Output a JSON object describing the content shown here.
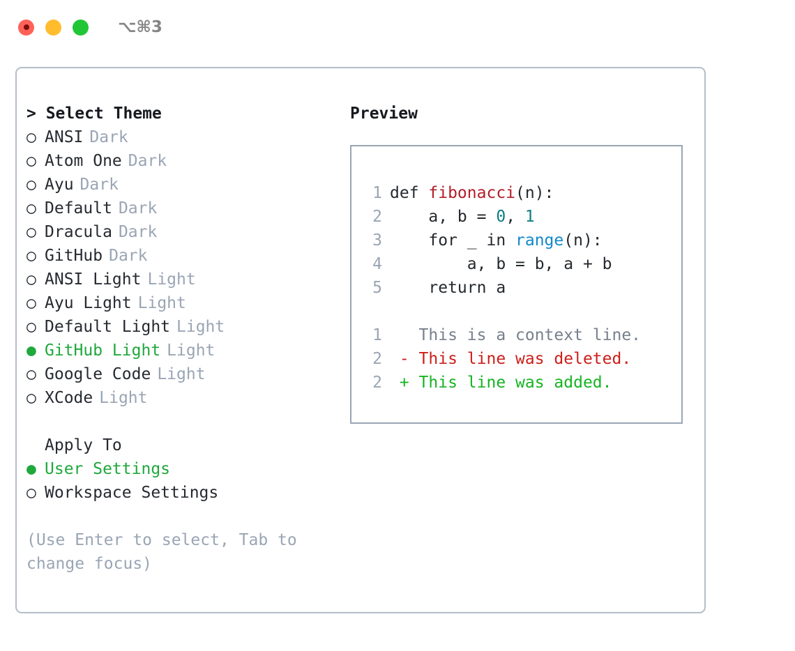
{
  "titlebar": {
    "lights": [
      {
        "name": "close-button",
        "color": "#ff6159"
      },
      {
        "name": "minimize-button",
        "color": "#ffbd2e"
      },
      {
        "name": "maximize-button",
        "color": "#21c636"
      }
    ],
    "shortcut": "⌥⌘3"
  },
  "theme_picker": {
    "header": "> Select Theme",
    "items": [
      {
        "marker": "○",
        "label": "ANSI",
        "tag": "Dark",
        "selected": false
      },
      {
        "marker": "○",
        "label": "Atom One",
        "tag": "Dark",
        "selected": false
      },
      {
        "marker": "○",
        "label": "Ayu",
        "tag": "Dark",
        "selected": false
      },
      {
        "marker": "○",
        "label": "Default",
        "tag": "Dark",
        "selected": false
      },
      {
        "marker": "○",
        "label": "Dracula",
        "tag": "Dark",
        "selected": false
      },
      {
        "marker": "○",
        "label": "GitHub",
        "tag": "Dark",
        "selected": false
      },
      {
        "marker": "○",
        "label": "ANSI Light",
        "tag": "Light",
        "selected": false
      },
      {
        "marker": "○",
        "label": "Ayu Light",
        "tag": "Light",
        "selected": false
      },
      {
        "marker": "○",
        "label": "Default Light",
        "tag": "Light",
        "selected": false
      },
      {
        "marker": "●",
        "label": "GitHub Light",
        "tag": "Light",
        "selected": true
      },
      {
        "marker": "○",
        "label": "Google Code",
        "tag": "Light",
        "selected": false
      },
      {
        "marker": "○",
        "label": "XCode",
        "tag": "Light",
        "selected": false
      }
    ]
  },
  "apply_to": {
    "header": "Apply To",
    "items": [
      {
        "marker": "●",
        "label": "User Settings",
        "selected": true
      },
      {
        "marker": "○",
        "label": "Workspace Settings",
        "selected": false
      }
    ]
  },
  "hint": "(Use Enter to select, Tab to change focus)",
  "preview": {
    "title": "Preview",
    "code_lines": [
      {
        "no": "1",
        "tokens": [
          {
            "t": "def ",
            "c": "plain"
          },
          {
            "t": "fibonacci",
            "c": "func"
          },
          {
            "t": "(n):",
            "c": "plain"
          }
        ]
      },
      {
        "no": "2",
        "tokens": [
          {
            "t": "    a, b = ",
            "c": "plain"
          },
          {
            "t": "0",
            "c": "num"
          },
          {
            "t": ", ",
            "c": "plain"
          },
          {
            "t": "1",
            "c": "num"
          }
        ]
      },
      {
        "no": "3",
        "tokens": [
          {
            "t": "    for _ in ",
            "c": "plain"
          },
          {
            "t": "range",
            "c": "builtin"
          },
          {
            "t": "(n):",
            "c": "plain"
          }
        ]
      },
      {
        "no": "4",
        "tokens": [
          {
            "t": "        a, b = b, a + b",
            "c": "plain"
          }
        ]
      },
      {
        "no": "5",
        "tokens": [
          {
            "t": "    return a",
            "c": "plain"
          }
        ]
      }
    ],
    "diff_lines": [
      {
        "no": "1",
        "tokens": [
          {
            "t": "   This is a context line.",
            "c": "ctx"
          }
        ]
      },
      {
        "no": "2",
        "tokens": [
          {
            "t": " - This line was deleted.",
            "c": "del"
          }
        ]
      },
      {
        "no": "2",
        "tokens": [
          {
            "t": " + This line was added.",
            "c": "add"
          }
        ]
      }
    ]
  },
  "colors": {
    "accent_green": "#1fa83c",
    "border": "#b4bdc9",
    "preview_border": "#9aa5b4",
    "muted": "#9aa5b4",
    "text": "#262a30",
    "syntax_function": "#b31d28",
    "syntax_builtin": "#1189c9",
    "syntax_number": "#0f7c83",
    "diff_deleted": "#cc1f1a",
    "diff_added": "#16b423",
    "diff_context": "#77808c"
  }
}
